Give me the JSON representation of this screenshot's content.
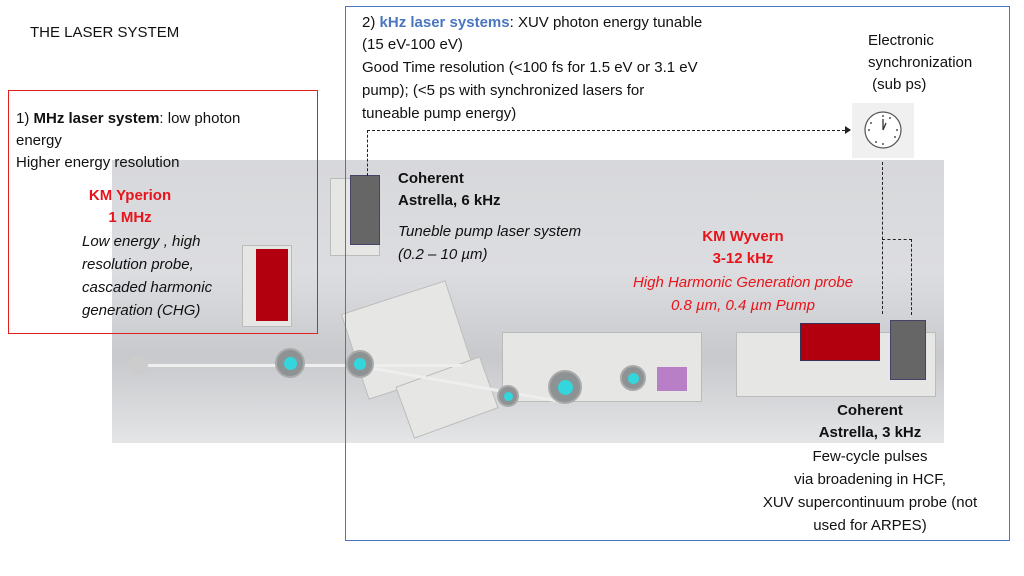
{
  "title": "THE LASER SYSTEM",
  "mhz": {
    "prefix": "1) ",
    "heading": "MHz laser system",
    "rest": ": low photon",
    "line2": "energy",
    "line3": "Higher energy resolution",
    "laser_name": "KM Yperion",
    "rate": "1 MHz",
    "desc": [
      "Low energy , high",
      "resolution probe,",
      "cascaded harmonic",
      "generation (CHG)"
    ]
  },
  "khz": {
    "prefix": "2) ",
    "heading": "kHz laser systems",
    "rest": ": XUV photon energy tunable",
    "lines": [
      "(15 eV-100 eV)",
      "Good Time resolution (<100 fs for 1.5 eV or 3.1 eV",
      "pump); (<5 ps with synchronized lasers for",
      "tuneable pump energy)"
    ]
  },
  "sync": {
    "lines": [
      "Electronic",
      "synchronization",
      " (sub ps)"
    ]
  },
  "astrella6": {
    "name": "Coherent",
    "rate": "Astrella, 6 kHz",
    "desc": [
      "Tuneble pump laser system",
      "(0.2 – 10 µm)"
    ]
  },
  "wyvern": {
    "name": "KM Wyvern",
    "rate": "3-12 kHz",
    "desc": [
      "High Harmonic Generation probe",
      "0.8 µm, 0.4 µm Pump"
    ]
  },
  "astrella3": {
    "name": "Coherent",
    "rate": "Astrella, 3 kHz",
    "desc": [
      "Few-cycle pulses",
      "via broadening in HCF,",
      "XUV supercontinuum probe (not",
      "used for ARPES)"
    ]
  },
  "colors": {
    "red_box": "#e0211f",
    "blue_box": "#4a76c0",
    "laser_red": "#b3000e",
    "laser_gray": "#666"
  }
}
